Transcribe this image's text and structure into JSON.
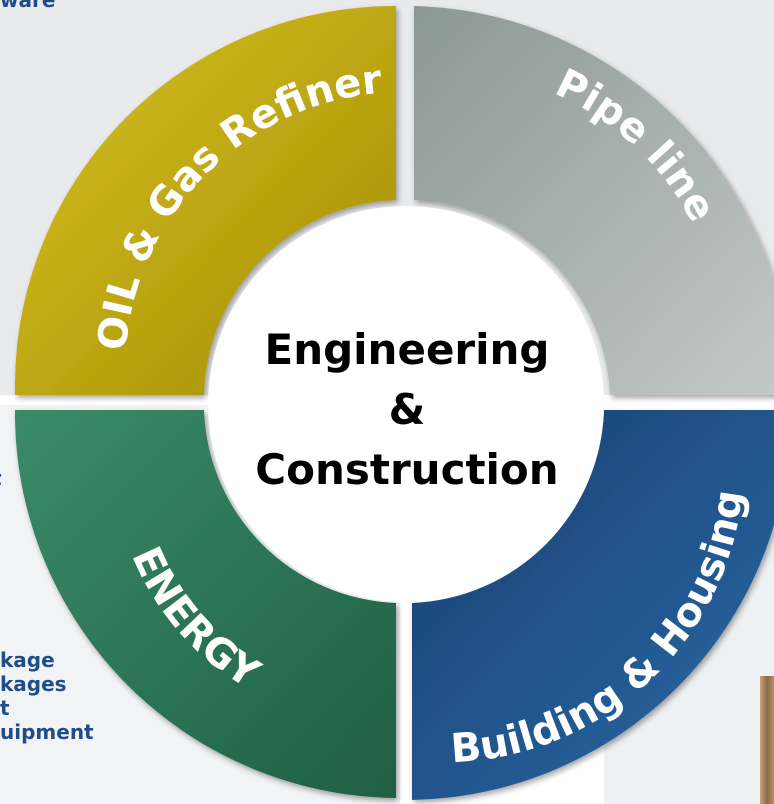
{
  "diagram": {
    "center": {
      "line1": "Engineering",
      "line2": "&",
      "line3": "Construction"
    },
    "segments": [
      {
        "id": "oil-gas",
        "label": "OIL & Gas Refinery",
        "color": "#c2a800"
      },
      {
        "id": "pipeline",
        "label": "Pipe line",
        "color": "#9ba6a3"
      },
      {
        "id": "energy",
        "label": "ENERGY",
        "color": "#2e7a5a"
      },
      {
        "id": "building",
        "label": "Building & Housing",
        "color": "#1c4f86"
      }
    ]
  },
  "side_text": {
    "top": "ware",
    "middle": "t",
    "bottom": [
      "kage",
      "kages",
      "t",
      "uipment"
    ]
  }
}
